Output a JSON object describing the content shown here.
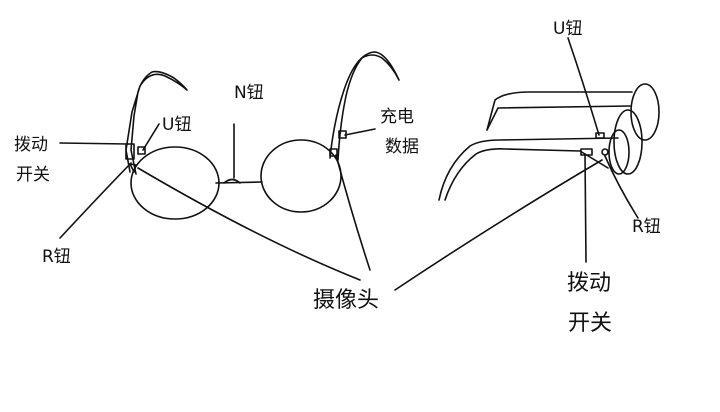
{
  "diagram": {
    "stroke_color": "#111111",
    "background_color": "#ffffff",
    "labels": {
      "camera": "摄像头",
      "n_button": "N钮",
      "u_button_front": "U钮",
      "r_button_front": "R钮",
      "toggle_switch_front_line1": "拨动",
      "toggle_switch_front_line2": "开关",
      "charge_data_line1": "充电",
      "charge_data_line2": "数据",
      "u_button_side": "U钮",
      "r_button_side": "R钮",
      "toggle_switch_side_line1": "拨动",
      "toggle_switch_side_line2": "开关"
    }
  }
}
